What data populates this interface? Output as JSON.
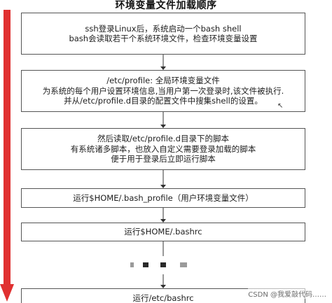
{
  "title": "环境变量文件加载顺序",
  "boxes": [
    {
      "lines": [
        "ssh登录Linux后，系统启动一个bash shell",
        "bash会读取若干个系统环境文件，检查环境变量设置"
      ]
    },
    {
      "lines": [
        "/etc/profile:  全局环境变量文件",
        "为系统的每个用户设置环境信息,当用户第一次登录时,该文件被执行.",
        "并从/etc/profile.d目录的配置文件中搜集shell的设置。"
      ]
    },
    {
      "lines": [
        "然后读取/etc/profile.d目录下的脚本",
        "有系统诸多脚本，也放入自定义需要登录加载的脚本",
        "便于用于登录后立即运行脚本"
      ]
    },
    {
      "lines": [
        "运行$HOME/.bash_profile（用户环境变量文件）"
      ]
    },
    {
      "lines": [
        "运行$HOME/.bashrc"
      ]
    },
    {
      "lines": [
        "运行/etc/bashrc"
      ]
    }
  ],
  "watermark": "CSDN @我爱敲代码……",
  "colors": {
    "side_arrow": "#e03030",
    "connector": "#333333",
    "box_border": "#555555"
  }
}
